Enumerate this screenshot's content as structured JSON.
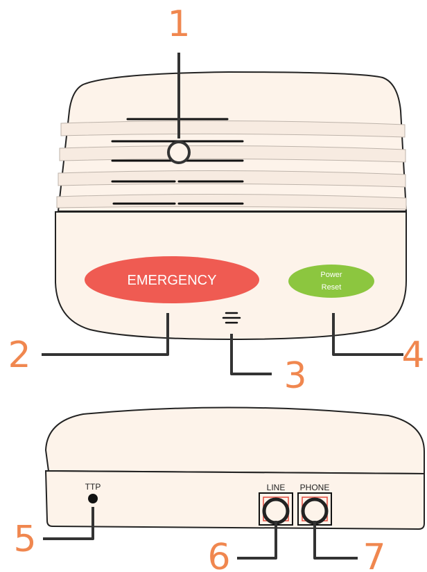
{
  "device_front": {
    "emergency_label": "EMERGENCY",
    "power_reset_line1": "Power",
    "power_reset_line2": "Reset"
  },
  "device_back": {
    "ttp_label": "TTP",
    "line_label": "LINE",
    "phone_label": "PHONE"
  },
  "callouts": [
    "1",
    "2",
    "3",
    "4",
    "5",
    "6",
    "7"
  ],
  "colors": {
    "body": "#fdf3ea",
    "outline": "#222222",
    "emergency": "#ef5b52",
    "power_reset": "#8cc63f",
    "callout_number": "#f0874f",
    "port_jack": "#e34b3c"
  }
}
